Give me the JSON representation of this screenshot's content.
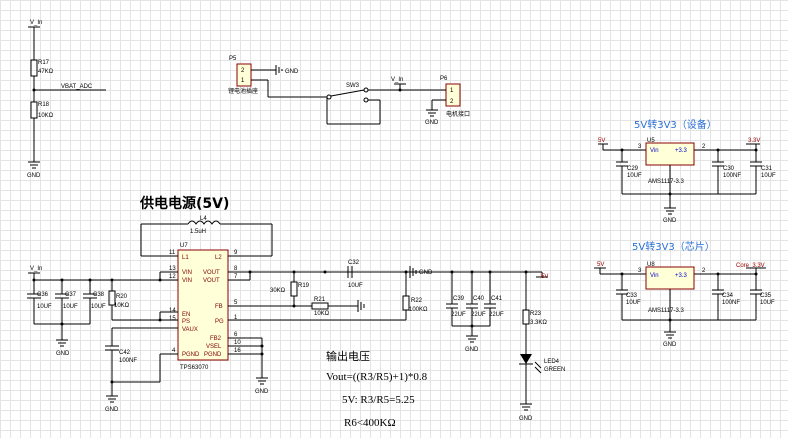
{
  "titles": {
    "power_supply": "供电电源(5V)",
    "ldo_device": "5V转3V3（设备）",
    "ldo_chip": "5V转3V3（芯片）"
  },
  "notes": {
    "output_voltage": "输出电压",
    "formula": "Vout=((R3/R5)+1)*0.8",
    "ratio": "5V:  R3/R5=5.25",
    "r6": "R6<400KΩ"
  },
  "nets": {
    "v_in": "V_In",
    "vbat_adc": "VBAT_ADC",
    "gnd": "GND",
    "v5": "5V",
    "v3_3": "3.3V",
    "core_3v3": "Core_3.3V"
  },
  "components": {
    "r17": {
      "ref": "R17",
      "value": "47KΩ"
    },
    "r18": {
      "ref": "R18",
      "value": "10KΩ"
    },
    "p5": {
      "ref": "P5",
      "label": "锂电池插座",
      "pin1": "1",
      "pin2": "2"
    },
    "sw3": {
      "ref": "SW3"
    },
    "p6": {
      "ref": "P6",
      "label": "电机接口",
      "pin1": "1",
      "pin2": "2"
    },
    "l4": {
      "ref": "L4",
      "value": "1.5uH"
    },
    "u7": {
      "ref": "U7",
      "part": "TPS63070",
      "pins_left": [
        "L1",
        "VIN",
        "VIN",
        "EN",
        "PS",
        "VAUX",
        "PGND"
      ],
      "pins_right": [
        "L2",
        "VOUT",
        "VOUT",
        "FB",
        "PG",
        "FB2",
        "VSEL",
        "PGND"
      ],
      "pin_numbers_left": [
        "11",
        "13",
        "12",
        "14",
        "15",
        "4"
      ],
      "pin_numbers_right": [
        "9",
        "8",
        "7",
        "5",
        "1",
        "6",
        "10",
        "16"
      ]
    },
    "c36": {
      "ref": "C36",
      "value": "10UF"
    },
    "c37": {
      "ref": "C37",
      "value": "10UF"
    },
    "c38": {
      "ref": "C38",
      "value": "10UF"
    },
    "r20": {
      "ref": "R20",
      "value": "10KΩ"
    },
    "c42": {
      "ref": "C42",
      "value": "100NF"
    },
    "r19": {
      "ref": "R19",
      "value": "30KΩ"
    },
    "r21": {
      "ref": "R21",
      "value": "10KΩ"
    },
    "r22": {
      "ref": "R22",
      "value": "100KΩ"
    },
    "c32": {
      "ref": "C32",
      "value": "10UF"
    },
    "c39": {
      "ref": "C39",
      "value": "22UF"
    },
    "c40": {
      "ref": "C40",
      "value": "22UF"
    },
    "c41": {
      "ref": "C41",
      "value": "22UF"
    },
    "r23": {
      "ref": "R23",
      "value": "3.3KΩ"
    },
    "led4": {
      "ref": "LED4",
      "value": "GREEN"
    },
    "u5": {
      "ref": "U5",
      "part": "AMS1117-3.3",
      "vin": "Vin",
      "vout": "+3.3",
      "p1": "3",
      "p2": "2"
    },
    "c29": {
      "ref": "C29",
      "value": "10UF"
    },
    "c30": {
      "ref": "C30",
      "value": "100NF"
    },
    "c31": {
      "ref": "C31",
      "value": "10UF"
    },
    "u8": {
      "ref": "U8",
      "part": "AMS1117-3.3",
      "vin": "Vin",
      "vout": "+3.3",
      "p1": "3",
      "p2": "2"
    },
    "c33": {
      "ref": "C33",
      "value": "10UF"
    },
    "c34": {
      "ref": "C34",
      "value": "100NF"
    },
    "c35": {
      "ref": "C35",
      "value": "10UF"
    }
  }
}
